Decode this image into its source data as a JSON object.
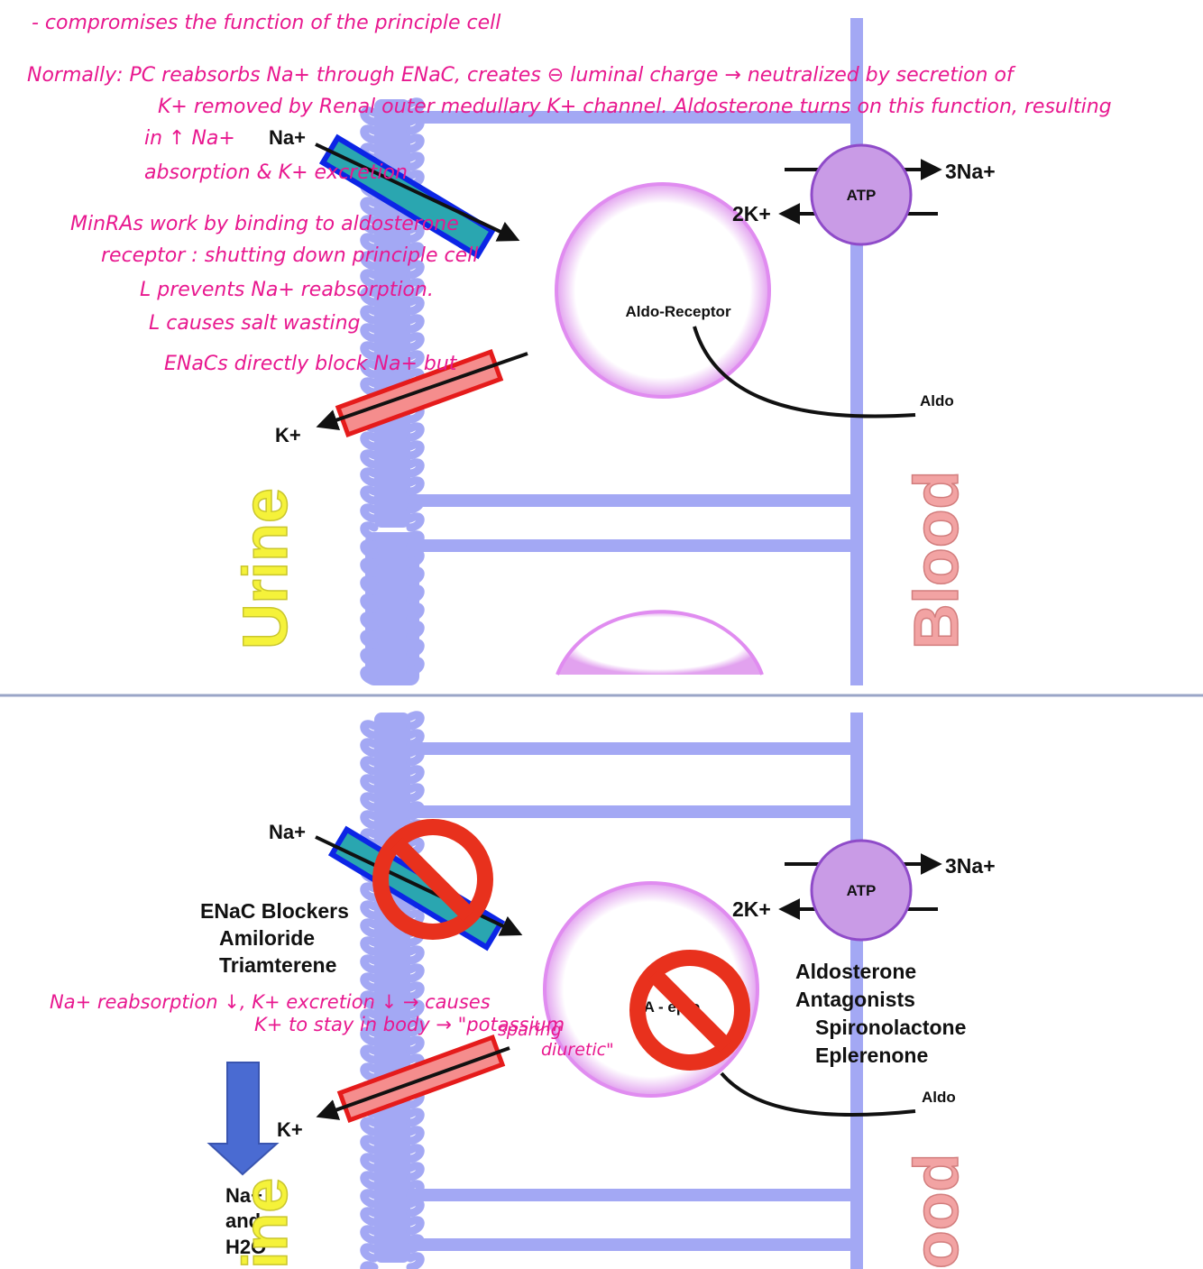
{
  "annotations": {
    "line1": "- compromises the function of the principle cell",
    "line2": "Normally: PC reabsorbs Na+ through ENaC, creates ⊖ luminal charge → neutralized by secretion of",
    "line3": "K+ removed by Renal outer medullary K+ channel. Aldosterone turns on this function, resulting",
    "line4": "in ↑ Na+",
    "line5": "absorption & K+ excretion",
    "line6": "MinRAs work by binding to aldosterone",
    "line7": "receptor : shutting down principle cell",
    "line8": "L prevents Na+ reabsorption.",
    "line9": "L causes salt wasting",
    "line10": "ENaCs directly block Na+ but",
    "bottom1": "Na+ reabsorption ↓, K+ excretion ↓ → causes",
    "bottom2": "K+ to stay in body → \"potassium",
    "bottom3": "sparing",
    "bottom4": "diuretic\""
  },
  "top": {
    "na_label": "Na+",
    "k_label": "K+",
    "atp_label": "ATP",
    "na3_label": "3Na+",
    "k2_label": "2K+",
    "receptor_label": "Aldo-Receptor",
    "aldo_label": "Aldo",
    "urine_label": "Urine",
    "blood_label": "Blood"
  },
  "bottom": {
    "na_label": "Na+",
    "k_label": "K+",
    "atp_label": "ATP",
    "na3_label": "3Na+",
    "k2_label": "2K+",
    "receptor_label": "A  -  epto",
    "aldo_label": "Aldo",
    "enac_title": "ENaC Blockers",
    "enac_drug1": "Amiloride",
    "enac_drug2": "Triamterene",
    "aldo_title1": "Aldosterone",
    "aldo_title2": "Antagonists",
    "aldo_drug1": "Spironolactone",
    "aldo_drug2": "Eplerenone",
    "out_line1": "Na+",
    "out_line2": "and",
    "out_line3": "H2O",
    "urine_label": "ine",
    "blood_label": "ood"
  },
  "colors": {
    "membrane": "#a3a8f4",
    "annotation": "#e8188f",
    "enac_fill": "#2aa6b0",
    "enac_border": "#0c25e6",
    "romk_fill": "#f58d8d",
    "romk_border": "#e51b1b",
    "atp_fill": "#c99be6",
    "no_sign": "#e8311d",
    "urine": "#f5f23a",
    "blood": "#f2a3a3",
    "arrow_down": "#4a6bd2"
  }
}
